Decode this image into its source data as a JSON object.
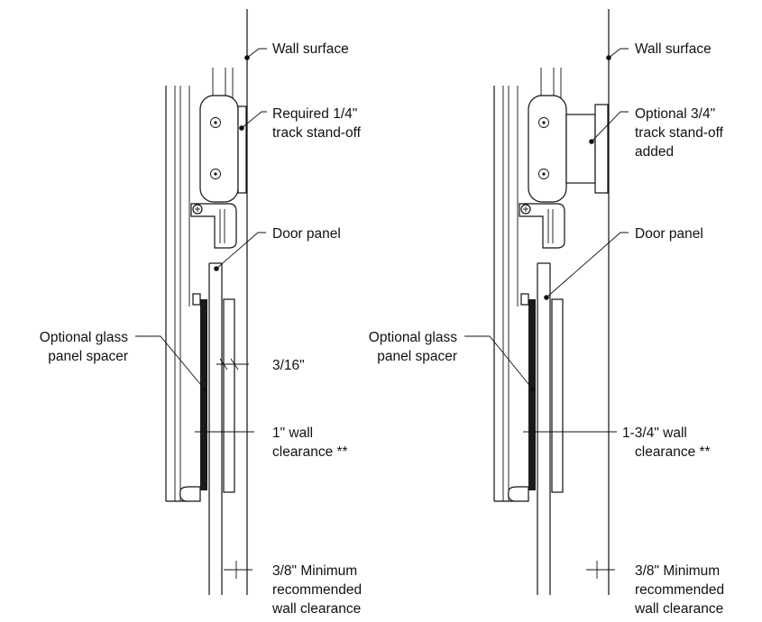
{
  "left": {
    "wall_surface": "Wall surface",
    "standoff": [
      "Required 1/4\"",
      "track stand-off"
    ],
    "door_panel": "Door panel",
    "spacer": [
      "Optional glass",
      "panel spacer"
    ],
    "dim_small": "3/16\"",
    "clearance": [
      "1\" wall",
      "clearance **"
    ],
    "min_clearance": [
      "3/8\" Minimum",
      "recommended",
      "wall clearance"
    ]
  },
  "right": {
    "wall_surface": "Wall surface",
    "standoff": [
      "Optional 3/4\"",
      "track stand-off",
      "added"
    ],
    "door_panel": "Door panel",
    "spacer": [
      "Optional glass",
      "panel spacer"
    ],
    "clearance": [
      "1-3/4\" wall",
      "clearance **"
    ],
    "min_clearance": [
      "3/8\" Minimum",
      "recommended",
      "wall clearance"
    ]
  }
}
